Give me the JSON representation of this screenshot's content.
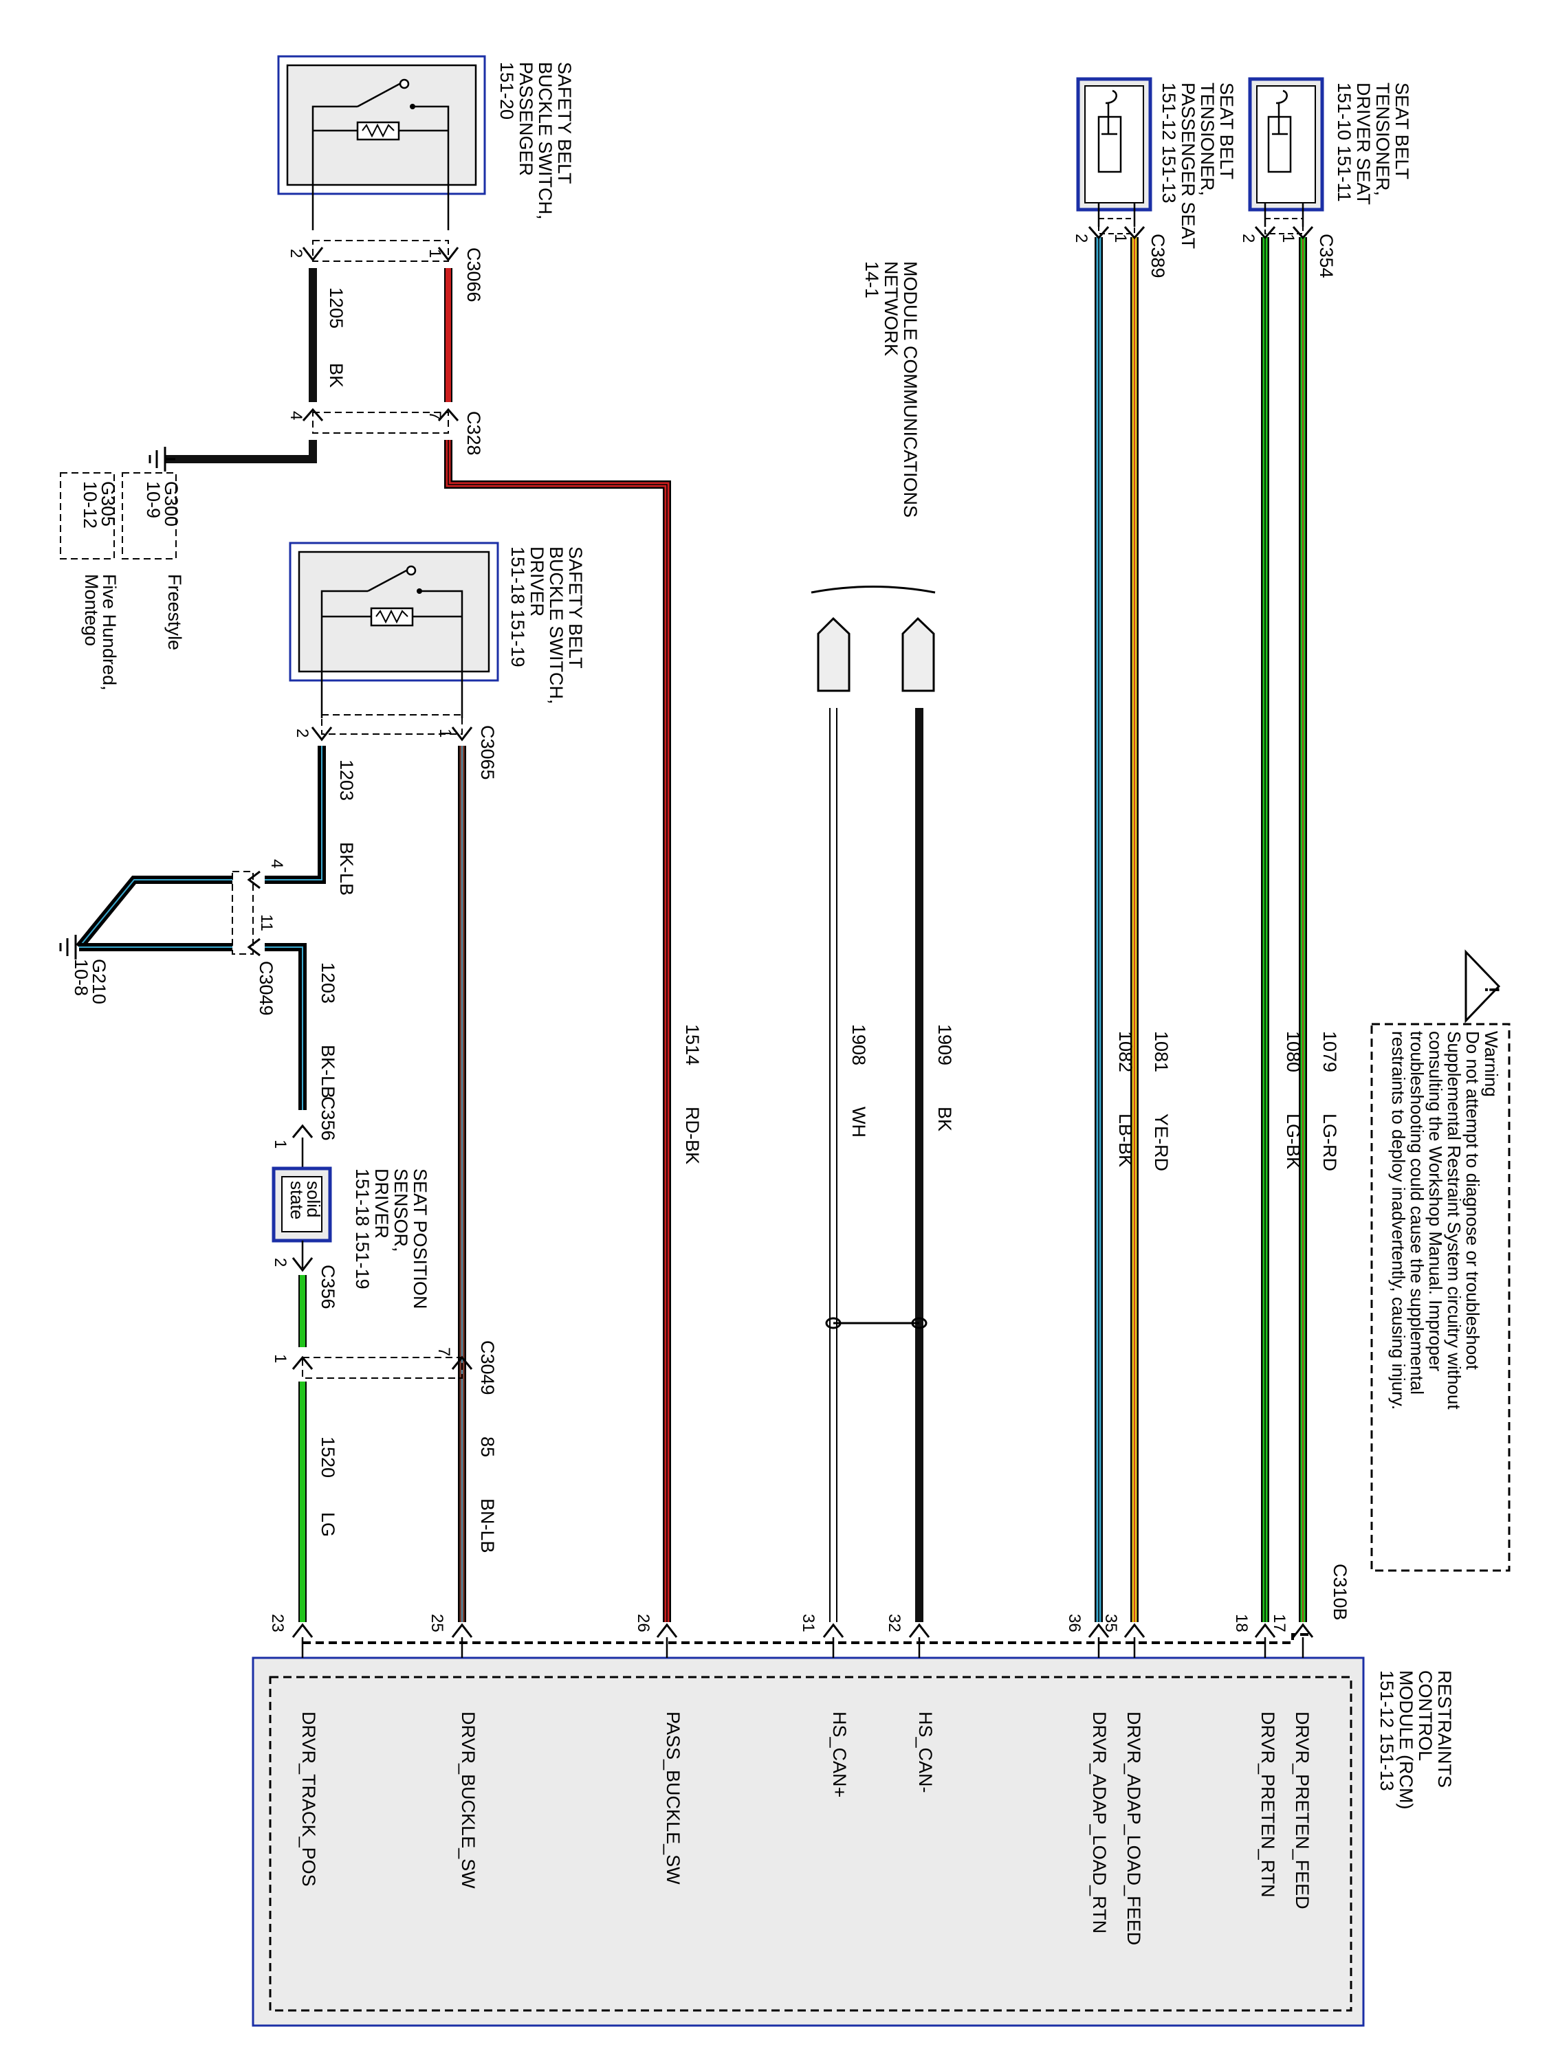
{
  "warning": {
    "title": "Warning",
    "lines": [
      "Do not attempt to diagnose or troubleshoot",
      "Supplemental Restraint System circuitry without",
      "consulting the Workshop Manual. Improper",
      "troubleshooting could cause the supplemental",
      "restraints to deploy inadvertently, causing injury."
    ],
    "icon": "warning-triangle-icon"
  },
  "components": {
    "pass_buckle": {
      "lines": [
        "SAFETY BELT",
        "BUCKLE SWITCH,",
        "PASSENGER",
        "151-20"
      ]
    },
    "drv_buckle": {
      "lines": [
        "SAFETY BELT",
        "BUCKLE SWITCH,",
        "DRIVER",
        "151-18  151-19"
      ]
    },
    "seat_sensor": {
      "lines": [
        "SEAT POSITION",
        "SENSOR,",
        "DRIVER",
        "151-18  151-19"
      ],
      "inner_lines": [
        "solid",
        "state"
      ]
    },
    "pass_tensioner": {
      "lines": [
        "SEAT BELT",
        "TENSIONER,",
        "PASSENGER SEAT",
        "151-12  151-13"
      ]
    },
    "drv_tensioner": {
      "lines": [
        "SEAT BELT",
        "TENSIONER,",
        "DRIVER SEAT",
        "151-10  151-11"
      ]
    },
    "module_comm": {
      "lines": [
        "MODULE COMMUNICATIONS",
        "NETWORK",
        "14-1"
      ]
    },
    "rcm": {
      "lines": [
        "RESTRAINTS",
        "CONTROL",
        "MODULE (RCM)",
        "151-12  151-13"
      ]
    }
  },
  "grounds": {
    "g300": {
      "id": "G300",
      "ref": "10-9",
      "note": "Freestyle"
    },
    "g305": {
      "id": "G305",
      "ref": "10-12",
      "note_lines": [
        "Five Hundred,",
        "Montego"
      ]
    },
    "g210": {
      "id": "G210",
      "ref": "10-8"
    }
  },
  "connectors": {
    "c3066": "C3066",
    "c328": "C328",
    "c3065": "C3065",
    "c3049_a": "C3049",
    "c3049_b": "C3049",
    "c356_a": "C356",
    "c356_b": "C356",
    "c389": "C389",
    "c354": "C354",
    "c310b": "C310B"
  },
  "pins": {
    "c3066_2": "2",
    "c3066_1": "1",
    "c328_4": "4",
    "c328_7": "7",
    "c3065_2": "2",
    "c3065_1": "1",
    "c3049_4": "4",
    "c3049_11": "11",
    "c356_1": "1",
    "c356_2": "2",
    "c3049_b_1": "1",
    "c3049_b_7": "7",
    "c389_2": "2",
    "c389_1": "1",
    "c354_2": "2",
    "c354_1": "1",
    "rcm_23": "23",
    "rcm_25": "25",
    "rcm_26": "26",
    "rcm_31": "31",
    "rcm_32": "32",
    "rcm_36": "36",
    "rcm_35": "35",
    "rcm_18": "18",
    "rcm_17": "17"
  },
  "wires": {
    "w1205": {
      "circuit": "1205",
      "color": "BK"
    },
    "w1203a": {
      "circuit": "1203",
      "color": "BK-LB"
    },
    "w1203b": {
      "circuit": "1203",
      "color": "BK-LB"
    },
    "w1520": {
      "circuit": "1520",
      "color": "LG"
    },
    "w85": {
      "circuit": "85",
      "color": "BN-LB"
    },
    "w1514": {
      "circuit": "1514",
      "color": "RD-BK"
    },
    "w1908": {
      "circuit": "1908",
      "color": "WH"
    },
    "w1909": {
      "circuit": "1909",
      "color": "BK"
    },
    "w1082": {
      "circuit": "1082",
      "color": "LB-BK"
    },
    "w1081": {
      "circuit": "1081",
      "color": "YE-RD"
    },
    "w1080": {
      "circuit": "1080",
      "color": "LG-BK"
    },
    "w1079": {
      "circuit": "1079",
      "color": "LG-RD"
    }
  },
  "rcm_pins": [
    "DRVR_TRACK_POS",
    "DRVR_BUCKLE_SW",
    "PASS_BUCKLE_SW",
    "HS_CAN+",
    "HS_CAN-",
    "DRVR_ADAP_LOAD_RTN",
    "DRVR_ADAP_LOAD_FEED",
    "DRVR_PRETEN_RTN",
    "DRVR_PRETEN_FEED"
  ],
  "colors": {
    "red": "#cc1f1f",
    "black": "#111111",
    "green": "#22c41c",
    "yellow": "#e8c81a",
    "lightblue": "#3aa9d0",
    "brown": "#7a3b2e",
    "box_border": "#1b2fa6",
    "box_fill": "#ebebeb"
  }
}
